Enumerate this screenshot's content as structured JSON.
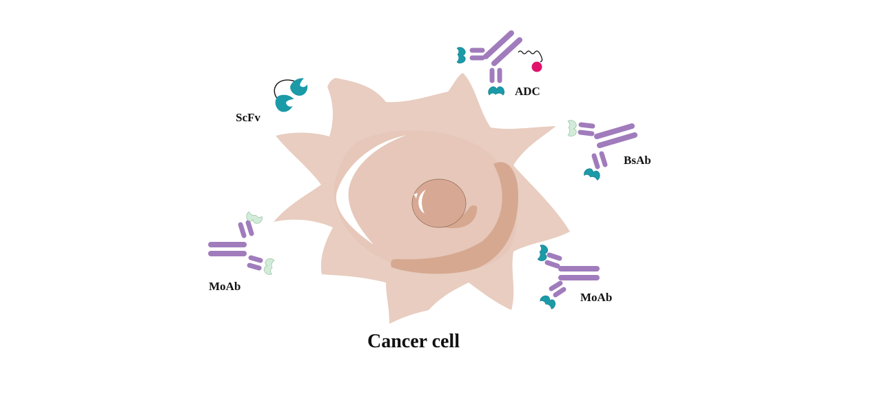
{
  "title": "Cancer cell",
  "labels": {
    "scfv": "ScFv",
    "adc": "ADC",
    "bsab": "BsAb",
    "moab_left": "MoAb",
    "moab_right": "MoAb"
  },
  "colors": {
    "cell_body": "#e8cdc0",
    "cell_shade": "#d4a48c",
    "nucleus": "#d7a994",
    "heavy_chain": "#a07cbc",
    "antigen_site_teal": "#1b9aa8",
    "antigen_site_pale": "#d3ecd9",
    "drug_payload": "#e0126c",
    "highlight": "#ffffff"
  }
}
